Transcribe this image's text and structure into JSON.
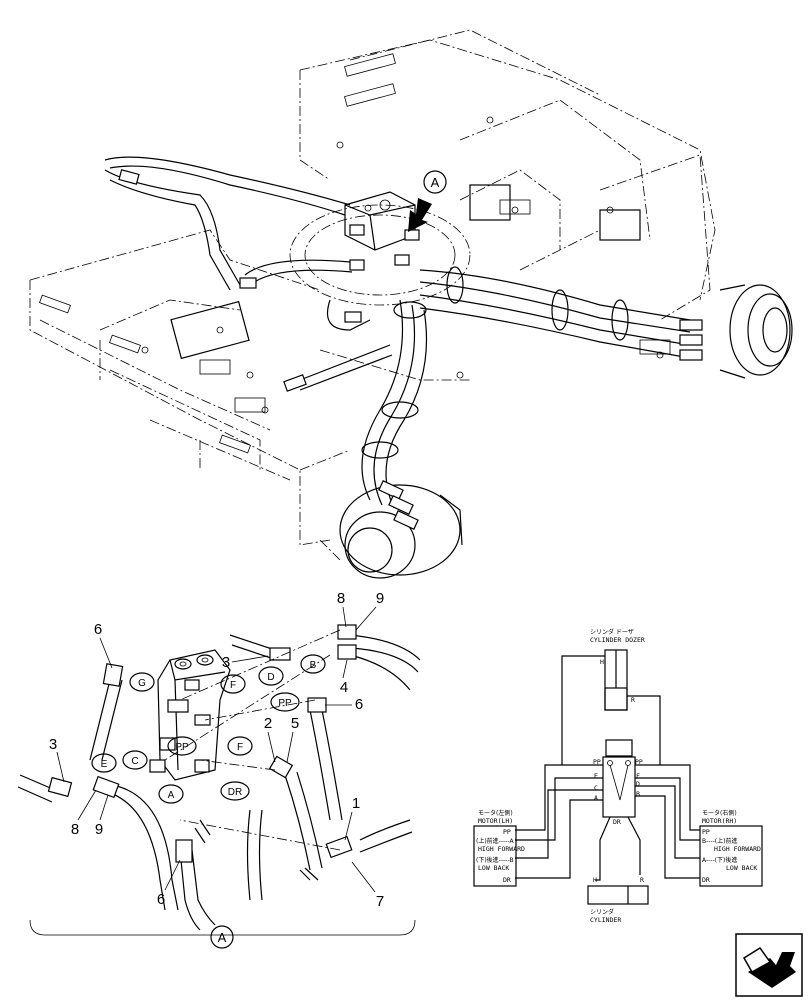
{
  "view_marker": {
    "label": "A"
  },
  "callouts": [
    {
      "id": "c6a",
      "text": "6"
    },
    {
      "id": "c3a",
      "text": "3"
    },
    {
      "id": "c8a",
      "text": "8"
    },
    {
      "id": "c9a",
      "text": "9"
    },
    {
      "id": "c4",
      "text": "4"
    },
    {
      "id": "c6b",
      "text": "6"
    },
    {
      "id": "c2",
      "text": "2"
    },
    {
      "id": "c5",
      "text": "5"
    },
    {
      "id": "c3b",
      "text": "3"
    },
    {
      "id": "c8b",
      "text": "8"
    },
    {
      "id": "c9b",
      "text": "9"
    },
    {
      "id": "c1",
      "text": "1"
    },
    {
      "id": "c6c",
      "text": "6"
    },
    {
      "id": "c7",
      "text": "7"
    }
  ],
  "port_labels": {
    "G": "G",
    "D": "D",
    "B": "B",
    "F1": "F",
    "PP1": "PP",
    "PP2": "PP",
    "F2": "F",
    "E": "E",
    "C": "C",
    "A": "A",
    "DR": "DR"
  },
  "schematic": {
    "dozer_cyl_jp": "シリンダ ドーザ",
    "dozer_cyl_en": "CYLINDER DOZER",
    "dozer_H": "H",
    "dozer_R": "R",
    "motor_lh_jp": "モータ(左側)",
    "motor_lh_en": "MOTOR(LH)",
    "motor_rh_jp": "モータ(右側)",
    "motor_rh_en": "MOTOR(RH)",
    "lh_pp": "PP",
    "lh_a": "(上)前進-----A",
    "lh_hf": "HIGH FORWARD",
    "lh_b": "(下)後進-----B",
    "lh_lb": "LOW BACK",
    "lh_dr": "DR",
    "rh_pp": "PP",
    "rh_b": "B----(上)前進",
    "rh_hf": "HIGH FORWARD",
    "rh_a": "A----(下)後進",
    "rh_lb": "LOW BACK",
    "rh_dr": "DR",
    "sw_pp_l": "PP",
    "sw_pp_r": "PP",
    "sw_e": "E",
    "sw_f": "F",
    "sw_c": "C",
    "sw_d": "D",
    "sw_a": "A",
    "sw_b": "B",
    "sw_dr": "DR",
    "cyl_H": "H",
    "cyl_R": "R",
    "cyl_jp": "シリンダ",
    "cyl_en": "CYLINDER"
  }
}
